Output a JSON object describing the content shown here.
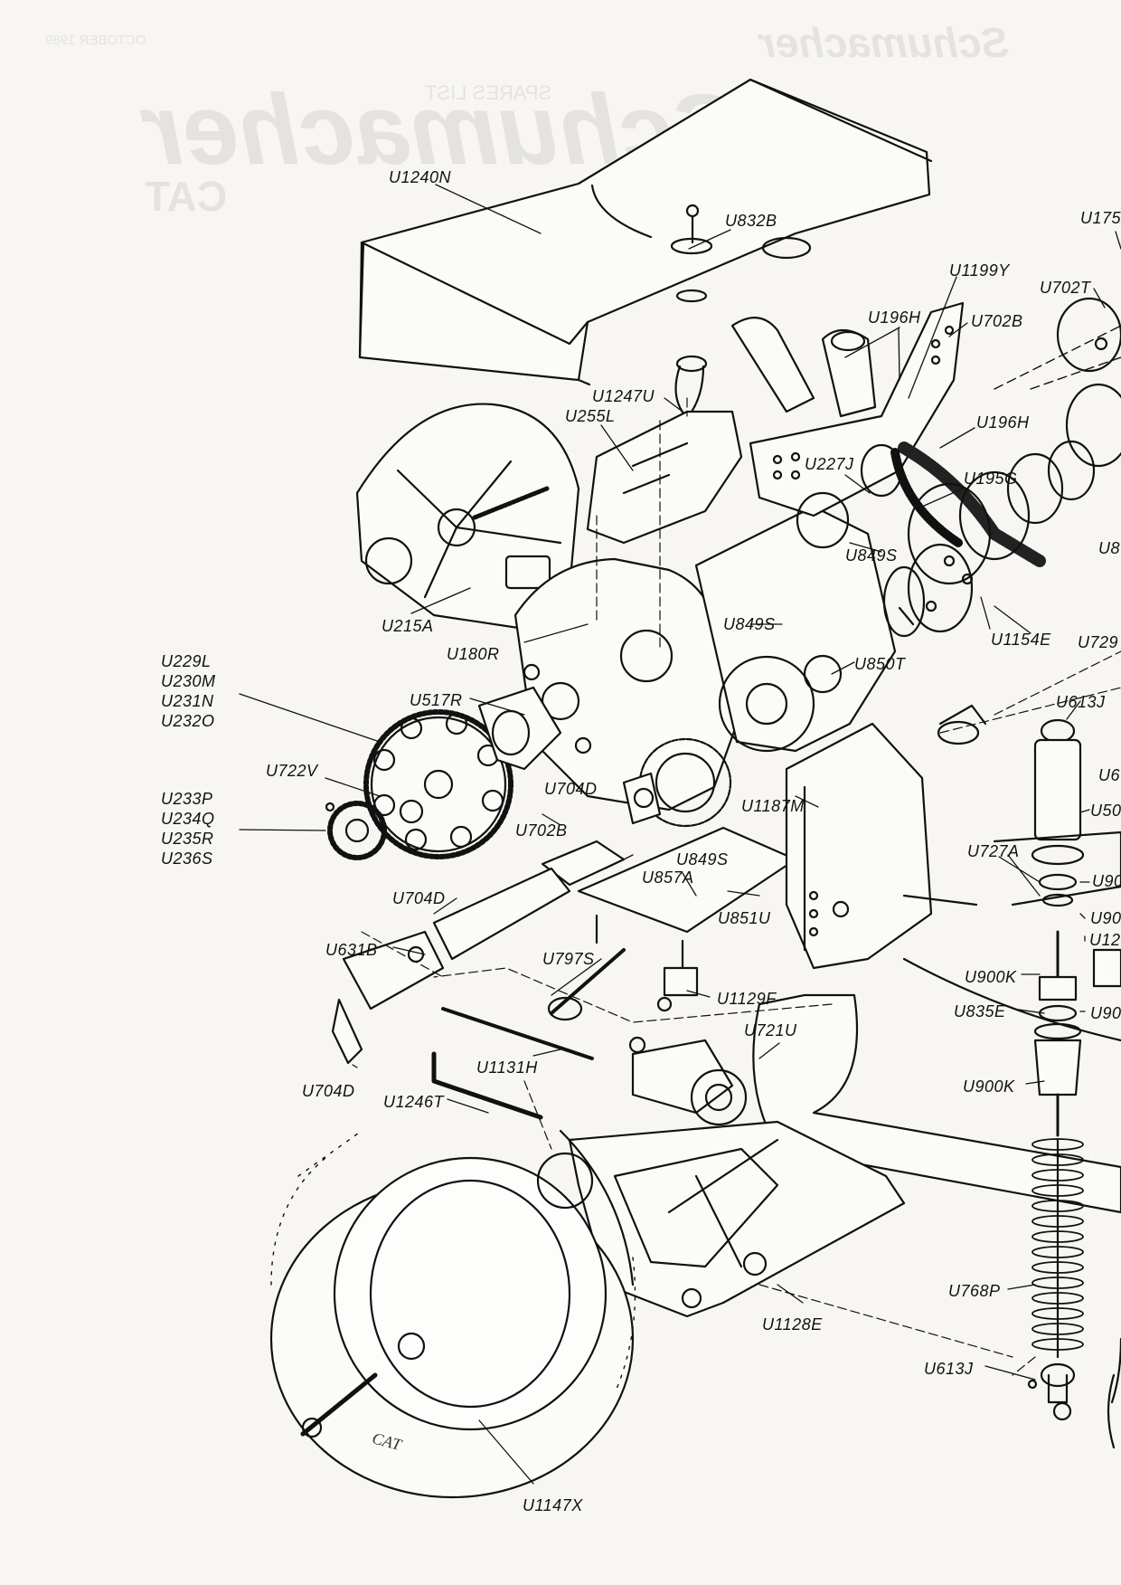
{
  "header": {
    "date_mirrored": "OCTOBER 1989",
    "brand_mirrored": "Schumacher",
    "subtitle_mirrored": "SPARES LIST",
    "model_mirrored": "Schumacher",
    "model_sub_mirrored": "CAT"
  },
  "tyre_text": "CAT",
  "labels": {
    "u1240n": "U1240N",
    "u832b": "U832B",
    "u1199y": "U1199Y",
    "u702t": "U702T",
    "u175_partial": "U175",
    "u196h_a": "U196H",
    "u702b_a": "U702B",
    "u1247u": "U1247U",
    "u255l": "U255L",
    "u196h_b": "U196H",
    "u227j": "U227J",
    "u195g": "U195G",
    "u8_partial": "U8",
    "u849s_a": "U849S",
    "u215a": "U215A",
    "u849s_b": "U849S",
    "u1154e": "U1154E",
    "u729_partial": "U729",
    "u180r": "U180R",
    "u850t": "U850T",
    "group1": [
      "U229L",
      "U230M",
      "U231N",
      "U232O"
    ],
    "u517r": "U517R",
    "u613j_a": "U613J",
    "u6_partial": "U6",
    "u722v": "U722V",
    "u704d_a": "U704D",
    "u1187m": "U1187M",
    "u50_partial": "U50",
    "group2": [
      "U233P",
      "U234Q",
      "U235R",
      "U236S"
    ],
    "u702b_b": "U702B",
    "u849s_c": "U849S",
    "u727a": "U727A",
    "u857a": "U857A",
    "u90_a": "U90",
    "u704d_b": "U704D",
    "u851u": "U851U",
    "u90_b": "U90",
    "u631b": "U631B",
    "u12_partial": "U12",
    "u797s": "U797S",
    "u900k_a": "U900K",
    "u1129f": "U1129F",
    "u835e": "U835E",
    "u90_c": "U90",
    "u721u": "U721U",
    "u1131h": "U1131H",
    "u704d_c": "U704D",
    "u900k_b": "U900K",
    "u1246t": "U1246T",
    "u768p": "U768P",
    "u1128e": "U1128E",
    "u613j_b": "U613J",
    "u1147x": "U1147X"
  }
}
